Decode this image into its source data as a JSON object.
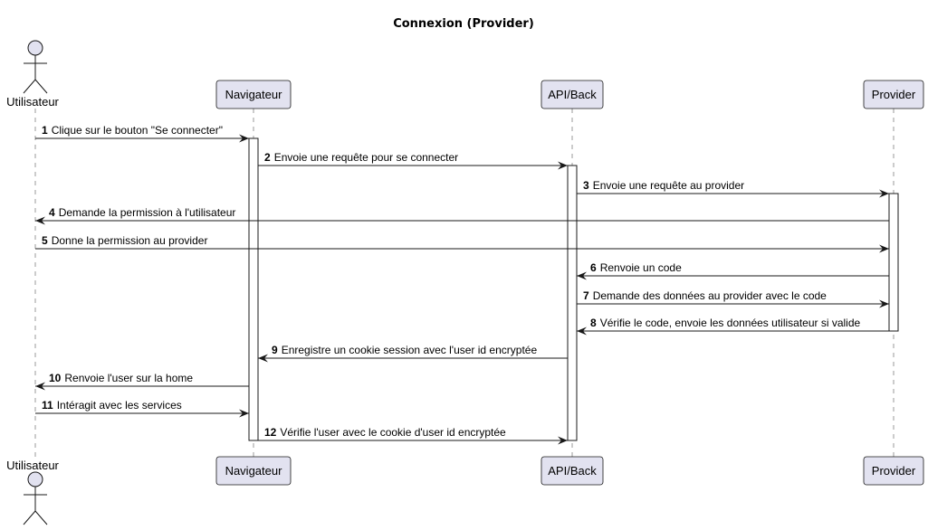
{
  "diagram": {
    "title": "Connexion (Provider)",
    "participants": [
      {
        "id": "user",
        "label": "Utilisateur",
        "kind": "actor"
      },
      {
        "id": "nav",
        "label": "Navigateur",
        "kind": "participant"
      },
      {
        "id": "api",
        "label": "API/Back",
        "kind": "participant"
      },
      {
        "id": "prov",
        "label": "Provider",
        "kind": "participant"
      }
    ],
    "messages": [
      {
        "num": "1",
        "text": "Clique sur le bouton \"Se connecter\"",
        "from": "user",
        "to": "nav"
      },
      {
        "num": "2",
        "text": "Envoie une requête pour se connecter",
        "from": "nav",
        "to": "api"
      },
      {
        "num": "3",
        "text": "Envoie une requête au provider",
        "from": "api",
        "to": "prov"
      },
      {
        "num": "4",
        "text": "Demande la permission à l'utilisateur",
        "from": "prov",
        "to": "user"
      },
      {
        "num": "5",
        "text": "Donne la permission au provider",
        "from": "user",
        "to": "prov"
      },
      {
        "num": "6",
        "text": "Renvoie un code",
        "from": "prov",
        "to": "api"
      },
      {
        "num": "7",
        "text": "Demande des données au provider avec le code",
        "from": "api",
        "to": "prov"
      },
      {
        "num": "8",
        "text": "Vérifie le code, envoie les données utilisateur si valide",
        "from": "prov",
        "to": "api"
      },
      {
        "num": "9",
        "text": "Enregistre un cookie session avec l'user id encryptée",
        "from": "api",
        "to": "nav"
      },
      {
        "num": "10",
        "text": "Renvoie l'user sur la home",
        "from": "nav",
        "to": "user"
      },
      {
        "num": "11",
        "text": "Intéragit avec les services",
        "from": "user",
        "to": "nav"
      },
      {
        "num": "12",
        "text": "Vérifie l'user avec le cookie d'user id encryptée",
        "from": "nav",
        "to": "api"
      }
    ]
  }
}
